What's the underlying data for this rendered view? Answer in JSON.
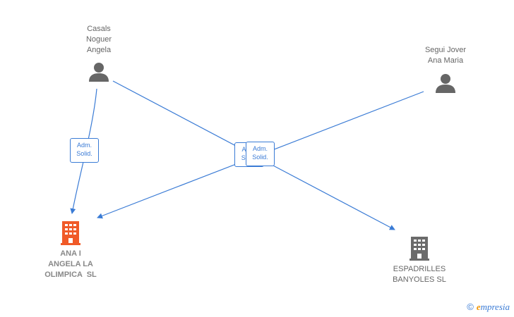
{
  "persons": [
    {
      "name_lines": [
        "Casals",
        "Noguer",
        "Angela"
      ]
    },
    {
      "name_lines": [
        "Segui Jover",
        "Ana Maria"
      ]
    }
  ],
  "companies": [
    {
      "name_lines": [
        "ANA I",
        "ANGELA LA",
        "OLIMPICA  SL"
      ],
      "color": "#f05a28"
    },
    {
      "name_lines": [
        "ESPADRILLES",
        "BANYOLES SL"
      ],
      "color": "#6b6b6b"
    }
  ],
  "relations": [
    {
      "label_lines": [
        "Adm.",
        "Solid."
      ]
    },
    {
      "label_lines": [
        "Adm.",
        "Solid."
      ]
    },
    {
      "label_lines": [
        "Adm.",
        "Solid."
      ]
    }
  ],
  "colors": {
    "edge": "#3a7bd5",
    "person_icon": "#666666"
  },
  "icons": {
    "person": "person-icon",
    "company": "building-icon"
  },
  "brand": {
    "copyright": "©",
    "initial": "e",
    "rest": "mpresia"
  }
}
